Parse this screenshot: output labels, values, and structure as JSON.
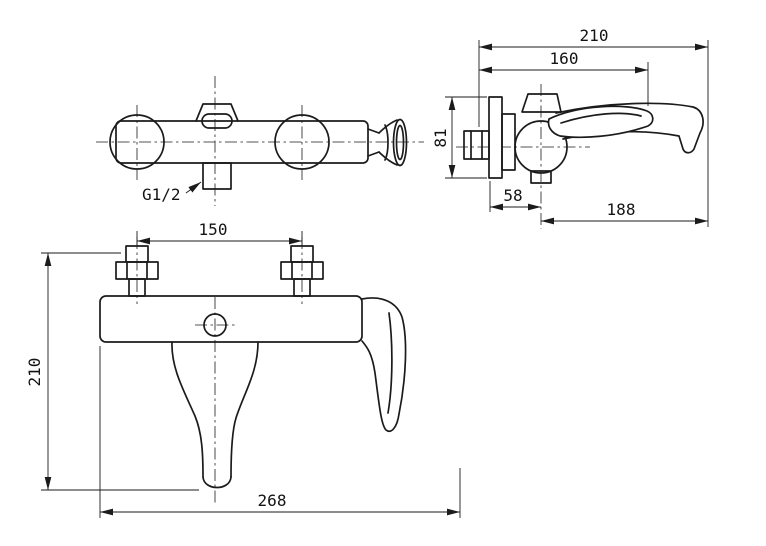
{
  "drawing": {
    "background": "#ffffff",
    "line_color": "#1b1b1b",
    "top_view": {
      "thread_label": "G1/2"
    },
    "side_view": {
      "dim_overall_depth": "210",
      "dim_handle_depth": "160",
      "dim_plate_height": "81",
      "dim_wall_to_center": "58",
      "dim_center_to_spout_tip": "188"
    },
    "front_view": {
      "dim_hole_spacing": "150",
      "dim_overall_height": "210",
      "dim_overall_width": "268"
    }
  }
}
